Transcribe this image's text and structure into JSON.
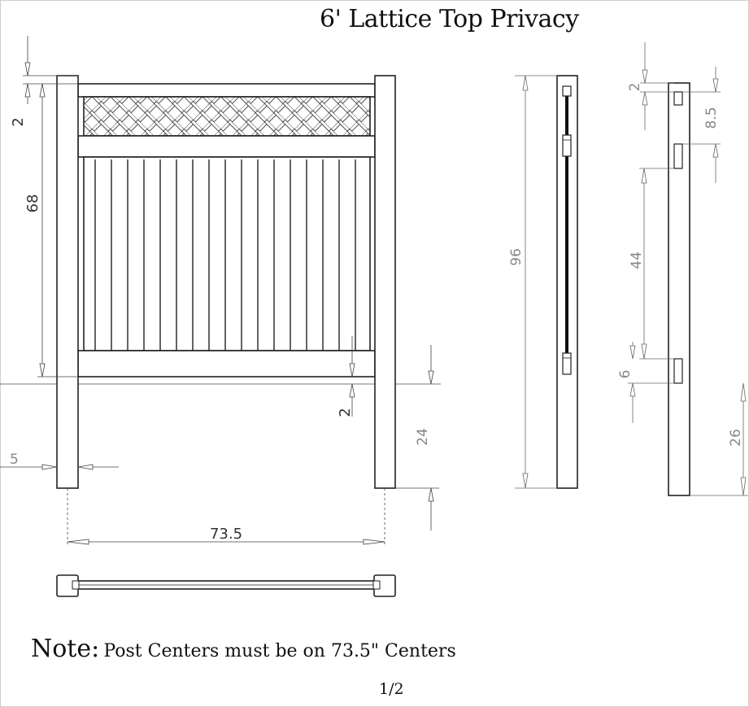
{
  "title": "6' Lattice Top Privacy",
  "note": {
    "label": "Note:",
    "text": "Post Centers must be on 73.5\" Centers"
  },
  "page_number": "1/2",
  "dimensions": {
    "top_gap": "2",
    "panel_height": "68",
    "bottom_gap": "2",
    "post_width": "5",
    "post_centers": "73.5",
    "in_ground": "24",
    "post_length": "96",
    "rail_top_offset": "2",
    "rail_spacing_upper": "8.5",
    "rail_spacing_main": "44",
    "rail_bottom_offset": "6",
    "post_bury": "26"
  }
}
